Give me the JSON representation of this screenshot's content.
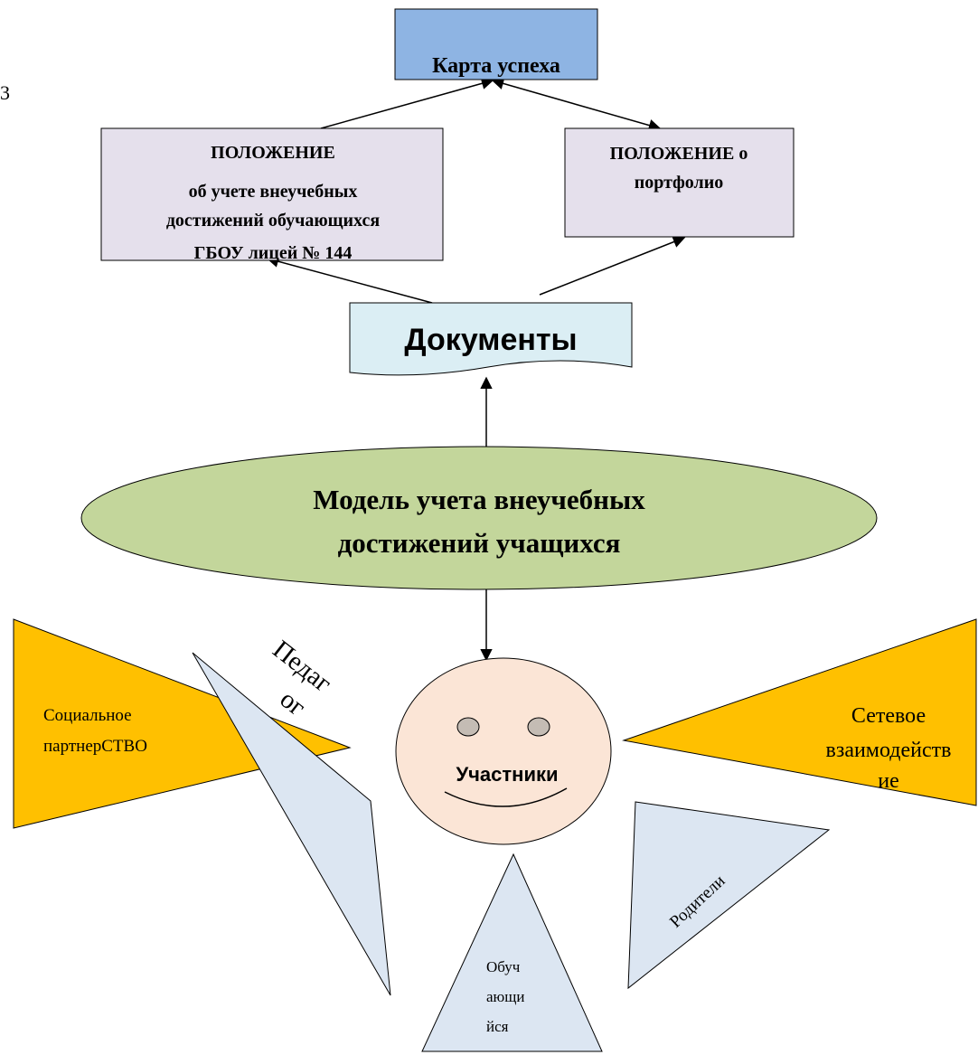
{
  "diagram": {
    "top_box": {
      "text": "Карта успеха",
      "fill": "#8eb4e3"
    },
    "reg_left": {
      "line1": "ПОЛОЖЕНИЕ",
      "line2": "об  учете внеучебных",
      "line3": "достижений обучающихся",
      "line4": "ГБОУ лицей № 144",
      "fill": "#e5e0ec"
    },
    "reg_right": {
      "line1": "ПОЛОЖЕНИЕ о",
      "line2": "портфолио",
      "fill": "#e5e0ec"
    },
    "documents": {
      "text": "Документы",
      "fill": "#dbeef4"
    },
    "model": {
      "line1": "Модель учета  внеучебных",
      "line2": "достижений учащихся",
      "fill": "#c3d69b"
    },
    "participants": {
      "text": "Участники",
      "fill": "#fbe5d6"
    },
    "partners": {
      "social_line1": "Социальное",
      "social_line2": "партнерСТВО",
      "network_line1": "Сетевое",
      "network_line2": "взаимодейств",
      "network_line3": "ие",
      "fill": "#ffc000"
    },
    "roles": {
      "teacher_line1": "Педаг",
      "teacher_line2": "ог",
      "students_line1": "Обуч",
      "students_line2": "ающи",
      "students_line3": "йся",
      "parents": "Родители",
      "fill": "#dce6f2"
    },
    "edge_label": "3",
    "line_color": "#000000"
  }
}
